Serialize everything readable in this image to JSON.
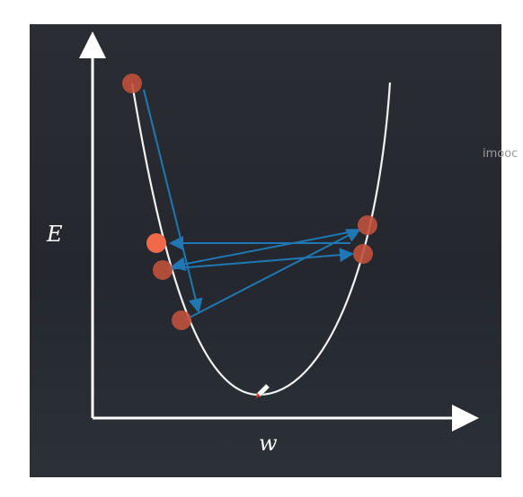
{
  "diagram": {
    "axes": {
      "y_label": "E",
      "x_label": "w"
    },
    "side_text": "imooc",
    "colors": {
      "background": "#262a30",
      "axis": "#ffffff",
      "curve": "#f2f2f2",
      "points": "#c0503c",
      "current_point": "#f06a4a",
      "arrows": "#1f78b4",
      "marker": "#e03030"
    },
    "icons": [
      "pencil-icon"
    ]
  }
}
